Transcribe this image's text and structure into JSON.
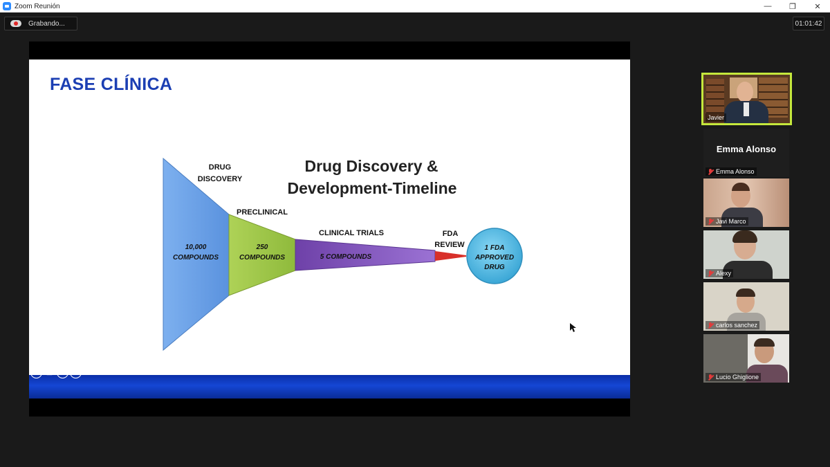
{
  "window": {
    "title": "Zoom Reunión",
    "minimize_icon": "minimize-icon",
    "maximize_icon": "restore-icon",
    "close_icon": "close-icon"
  },
  "recording": {
    "label": "Grabando...",
    "icon": "cloud-record-icon",
    "status_color": "#e02828"
  },
  "meeting": {
    "elapsed": "01:01:42"
  },
  "slide": {
    "title": "FASE CLÍNICA",
    "title_color": "#1c3fb3",
    "diagram": {
      "heading_line1": "Drug Discovery &",
      "heading_line2": "Development-Timeline",
      "stages": [
        {
          "label_line1": "DRUG",
          "label_line2": "DISCOVERY",
          "value_line1": "10,000",
          "value_line2": "COMPOUNDS",
          "color": "#6aa2e8"
        },
        {
          "label_line1": "PRECLINICAL",
          "label_line2": "",
          "value_line1": "250",
          "value_line2": "COMPOUNDS",
          "color": "#9fc54a"
        },
        {
          "label_line1": "CLINICAL TRIALS",
          "label_line2": "",
          "value_line1": "5 COMPOUNDS",
          "value_line2": "",
          "color": "#7b4fb3"
        },
        {
          "label_line1": "FDA",
          "label_line2": "REVIEW",
          "value_line1": "",
          "value_line2": "",
          "color": "#d8302a"
        }
      ],
      "result": {
        "line1": "1 FDA",
        "line2": "APPROVED",
        "line3": "DRUG",
        "color": "#5cc3e8"
      }
    },
    "footer_color": "#1546d4",
    "nav": {
      "prev_icon": "arrow-left-icon",
      "pen_icon": "pen-icon",
      "more_icon": "more-icon",
      "next_icon": "arrow-right-icon",
      "more_glyph": "···",
      "prev_glyph": "←",
      "next_glyph": "→",
      "pen_glyph": "△"
    }
  },
  "participants": [
    {
      "name": "Javier",
      "active": true,
      "video": true,
      "muted": false
    },
    {
      "name": "Emma Alonso",
      "display_name": "Emma Alonso",
      "video": false,
      "muted": true
    },
    {
      "name": "Javi Marco",
      "video": true,
      "muted": true
    },
    {
      "name": "Alexy",
      "video": true,
      "muted": true
    },
    {
      "name": "carlos sanchez",
      "video": true,
      "muted": true
    },
    {
      "name": "Lucio Ghiglione",
      "video": true,
      "muted": true
    }
  ],
  "colors": {
    "active_speaker": "#c5e83c",
    "muted": "#e23b3b",
    "background": "#1a1a1a"
  }
}
